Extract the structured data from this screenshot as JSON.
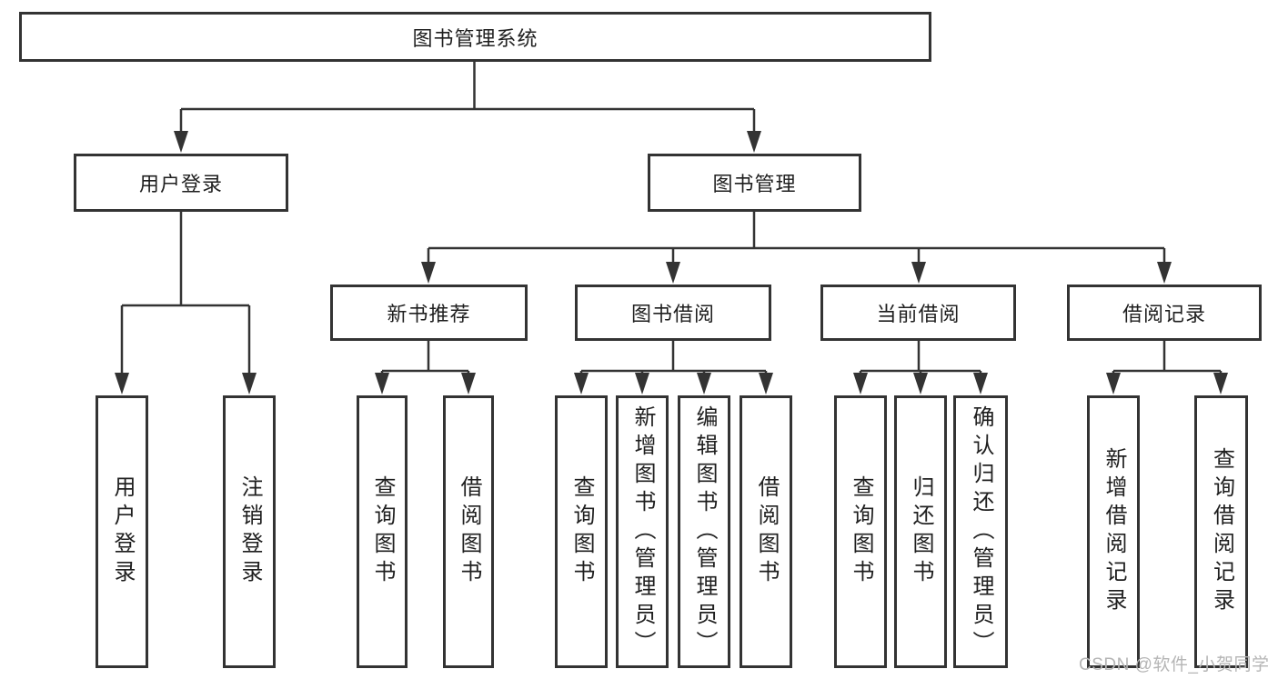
{
  "colors": {
    "line": "#333333",
    "box_border": "#333333",
    "text": "#1f1f1f",
    "watermark": "#b5b5b5",
    "background": "#ffffff"
  },
  "watermark": {
    "text": "CSDN @软件_小贺同学"
  },
  "tree": {
    "label": "图书管理系统",
    "children": [
      {
        "label": "用户登录",
        "children": [
          {
            "label": "用户登录"
          },
          {
            "label": "注销登录"
          }
        ]
      },
      {
        "label": "图书管理",
        "children": [
          {
            "label": "新书推荐",
            "children": [
              {
                "label": "查询图书"
              },
              {
                "label": "借阅图书"
              }
            ]
          },
          {
            "label": "图书借阅",
            "children": [
              {
                "label": "查询图书"
              },
              {
                "label": "新增图书（管理员）"
              },
              {
                "label": "编辑图书（管理员）"
              },
              {
                "label": "借阅图书"
              }
            ]
          },
          {
            "label": "当前借阅",
            "children": [
              {
                "label": "查询图书"
              },
              {
                "label": "归还图书"
              },
              {
                "label": "确认归还（管理员）"
              }
            ]
          },
          {
            "label": "借阅记录",
            "children": [
              {
                "label": "新增借阅记录"
              },
              {
                "label": "查询借阅记录"
              }
            ]
          }
        ]
      }
    ]
  }
}
